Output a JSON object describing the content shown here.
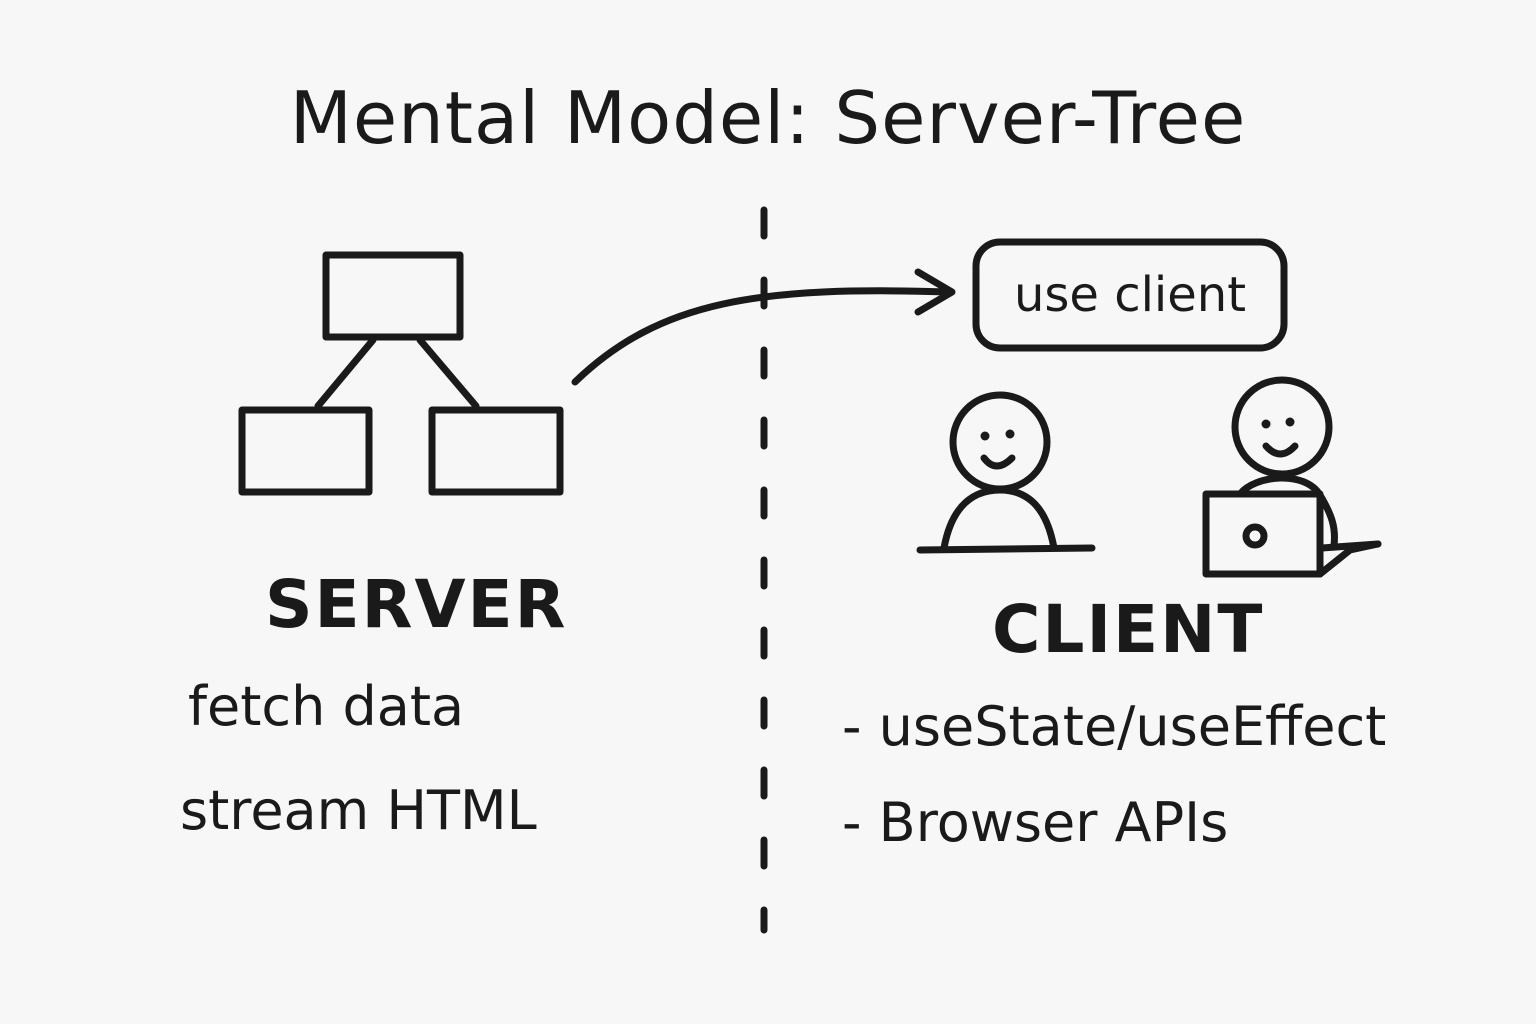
{
  "title": "Mental Model: Server-Tree",
  "server": {
    "label": "SERVER",
    "items": [
      "fetch data",
      "stream HTML"
    ]
  },
  "client": {
    "label": "CLIENT",
    "badge": "use client",
    "items": [
      "- useState/useEffect",
      "- Browser APIs"
    ]
  },
  "colors": {
    "ink": "#1a1a1a",
    "background": "#f7f7f7"
  },
  "icons": {
    "server_tree": "tree-diagram-icon",
    "client_person": "person-icon",
    "client_person_laptop": "person-with-laptop-icon"
  }
}
